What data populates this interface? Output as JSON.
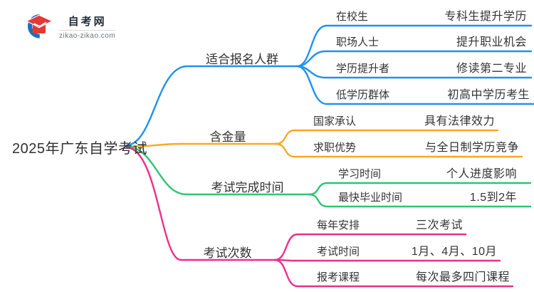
{
  "logo": {
    "site_name": "自考网",
    "site_url": "zikao-zikao.com",
    "icon": "graduation-cap-icon",
    "brand_blue": "#1a6fc4",
    "brand_red": "#e53935"
  },
  "root": {
    "label": "2025年广东自学考试"
  },
  "colors": {
    "blue": "#2191f0",
    "orange": "#f9a825",
    "green": "#2ec573",
    "pink": "#ee2e8b",
    "text": "#333333",
    "background": "#ffffff"
  },
  "branches": [
    {
      "label": "适合报名人群",
      "color": "#2191f0",
      "children": [
        {
          "key": "在校生",
          "value": "专科生提升学历"
        },
        {
          "key": "职场人士",
          "value": "提升职业机会"
        },
        {
          "key": "学历提升者",
          "value": "修读第二专业"
        },
        {
          "key": "低学历群体",
          "value": "初高中学历考生"
        }
      ]
    },
    {
      "label": "含金量",
      "color": "#f9a825",
      "children": [
        {
          "key": "国家承认",
          "value": "具有法律效力"
        },
        {
          "key": "求职优势",
          "value": "与全日制学历竞争"
        }
      ]
    },
    {
      "label": "考试完成时间",
      "color": "#2ec573",
      "children": [
        {
          "key": "学习时间",
          "value": "个人进度影响"
        },
        {
          "key": "最快毕业时间",
          "value": "1.5到2年"
        }
      ]
    },
    {
      "label": "考试次数",
      "color": "#ee2e8b",
      "children": [
        {
          "key": "每年安排",
          "value": "三次考试"
        },
        {
          "key": "考试时间",
          "value": "1月、4月、10月"
        },
        {
          "key": "报考课程",
          "value": "每次最多四门课程"
        }
      ]
    }
  ]
}
